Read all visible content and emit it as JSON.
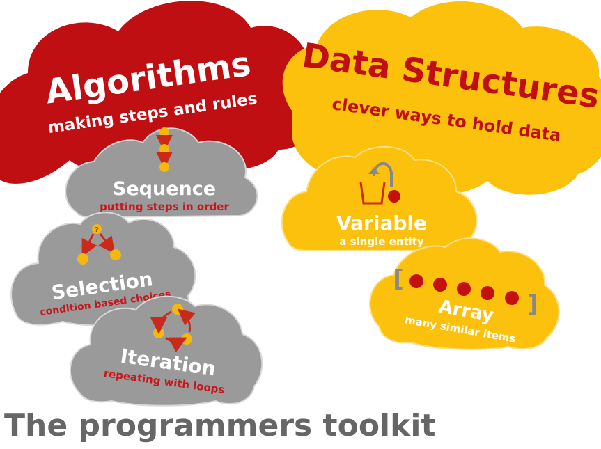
{
  "page_title": "The programmers toolkit",
  "colors": {
    "algorithms": "#c00f12",
    "data_structures": "#fcc10d",
    "grey_cloud": "#9a9a9a",
    "dot_yellow": "#f4b80e",
    "dot_red": "#c51010",
    "arrow_red": "#c92a1a",
    "title_grey": "#666666",
    "subtitle_red": "#c8171b"
  },
  "algorithms": {
    "title": "Algorithms",
    "subtitle": "making steps and rules"
  },
  "data_structures": {
    "title": "Data Structures",
    "subtitle": "clever ways to hold data"
  },
  "sequence": {
    "title": "Sequence",
    "subtitle": "putting steps in order",
    "icon": "sequence-dots-icon"
  },
  "selection": {
    "title": "Selection",
    "subtitle": "condition based choices",
    "decision_mark": "?",
    "icon": "branch-icon"
  },
  "iteration": {
    "title": "Iteration",
    "subtitle": "repeating with loops",
    "icon": "loop-icon"
  },
  "variable": {
    "title": "Variable",
    "subtitle": "a single entity",
    "icon": "bucket-icon"
  },
  "array": {
    "title": "Array",
    "subtitle": "many similar items",
    "bracket_open": "[",
    "bracket_close": "]",
    "icon": "array-dots-icon"
  }
}
